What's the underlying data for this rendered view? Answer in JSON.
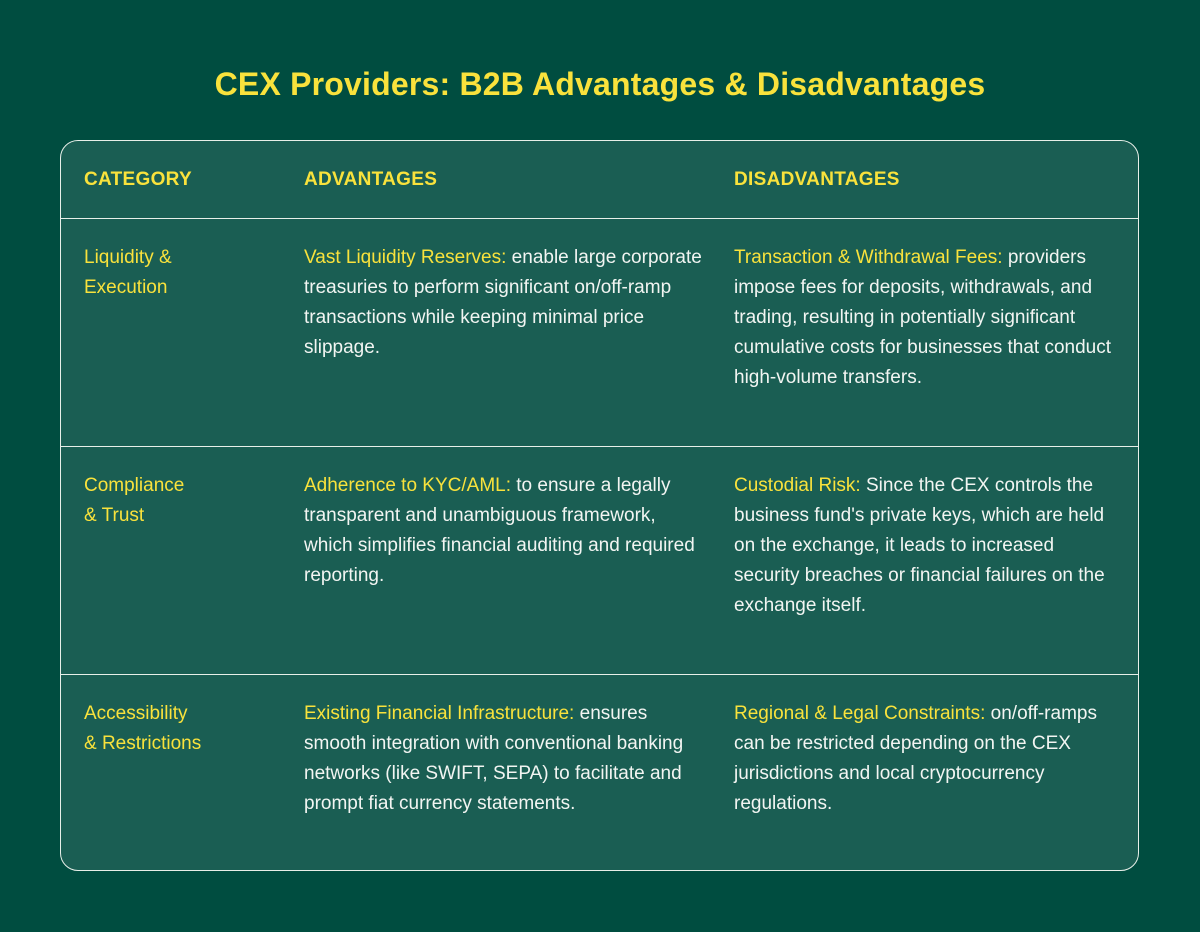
{
  "title": "CEX Providers: B2B Advantages & Disadvantages",
  "colors": {
    "background": "#004d40",
    "card": "#1a5e53",
    "accent": "#f9e23c",
    "text": "#f2f5f2",
    "border": "#e8efe9"
  },
  "table": {
    "headers": {
      "category": "CATEGORY",
      "advantages": "ADVANTAGES",
      "disadvantages": "DISADVANTAGES"
    },
    "rows": [
      {
        "category_line1": "Liquidity &",
        "category_line2": "Execution",
        "advantage": {
          "lead": "Vast Liquidity Reserves:",
          "text": " enable large corporate treasuries to perform significant on/off-ramp transactions while keeping minimal price slippage."
        },
        "disadvantage": {
          "lead": "Transaction & Withdrawal Fees:",
          "text": " providers impose fees for deposits, withdrawals, and trading, resulting in potentially significant cumulative costs for businesses that conduct high-volume transfers."
        }
      },
      {
        "category_line1": "Compliance",
        "category_line2": "& Trust",
        "advantage": {
          "lead": "Adherence to KYC/AML:",
          "text": " to ensure a legally transparent and unambiguous framework, which simplifies financial auditing and required reporting."
        },
        "disadvantage": {
          "lead": "Custodial Risk:",
          "text": " Since the CEX controls the business fund's private keys, which are held on the exchange, it leads to increased security breaches or financial failures on the exchange itself."
        }
      },
      {
        "category_line1": "Accessibility",
        "category_line2": "& Restrictions",
        "advantage": {
          "lead": "Existing Financial Infrastructure:",
          "text": " ensures smooth integration with conventional banking networks (like SWIFT, SEPA) to facilitate and prompt fiat currency statements."
        },
        "disadvantage": {
          "lead": "Regional & Legal Constraints:",
          "text": " on/off-ramps can be restricted depending on the CEX jurisdictions and local cryptocurrency regulations."
        }
      }
    ]
  }
}
